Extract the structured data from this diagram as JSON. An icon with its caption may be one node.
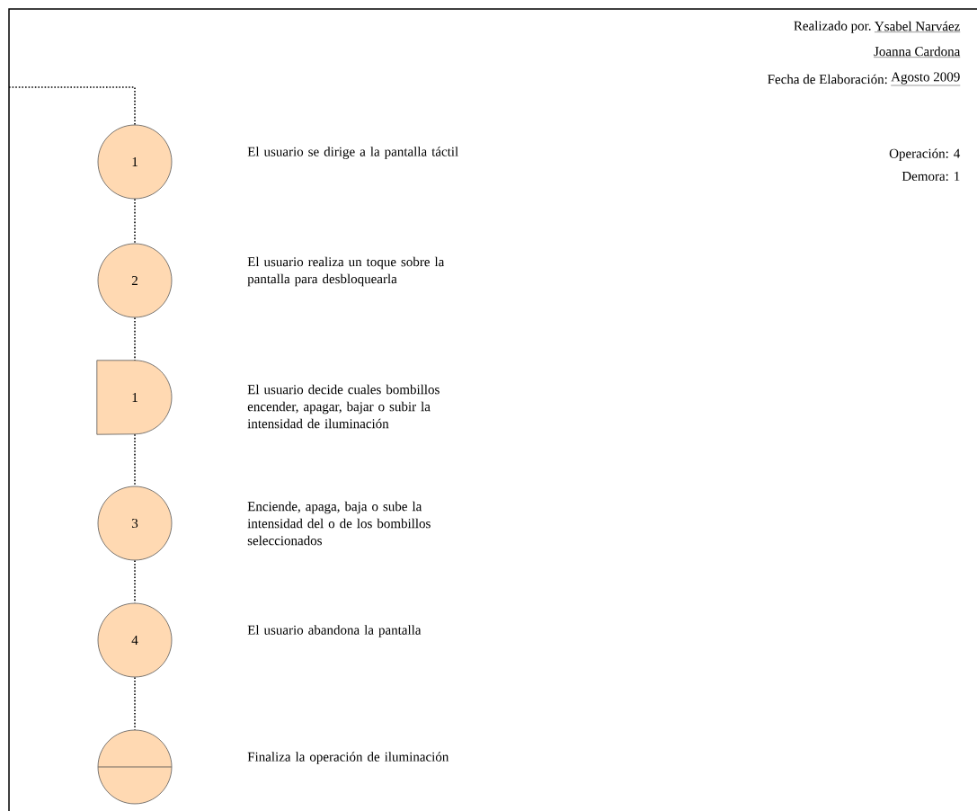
{
  "diagram": {
    "nodes": [
      {
        "text": [
          "1"
        ]
      },
      {
        "text": [
          "2"
        ]
      },
      {
        "text": [
          "1"
        ]
      },
      {
        "text": [
          "3"
        ]
      },
      {
        "text": [
          "4"
        ]
      },
      {
        "text": [],
        "shape": "circle"
      }
    ],
    "edges": [
      {
        "from": null,
        "to": 0,
        "arrow": "none"
      },
      {
        "from": 0,
        "to": 1,
        "arrow": "none"
      },
      {
        "from": 1,
        "to": 2,
        "arrow": "none"
      },
      {
        "from": 2,
        "to": 3,
        "arrow": "none"
      },
      {
        "from": 3,
        "to": 4,
        "arrow": "none"
      },
      {
        "from": 4,
        "to": 5,
        "arrow": "none"
      }
    ],
    "labels": [
      "Realizado por.",
      "Ysabel Narváez",
      "Joanna Cardona",
      "Fecha de Elaboración:",
      "Agosto 2009",
      "El usuario se dirige a la pantalla táctil",
      "Operación: 4",
      "Demora: 1",
      "El usuario realiza un toque sobre la pantalla para desbloquearla",
      "El usuario decide cuales bombillos encender, apagar, bajar o subir la intensidad de iluminación",
      "Enciende, apaga, baja o sube la intensidad del o de los bombillos seleccionados",
      "El usuario abandona la pantalla",
      "Finaliza la operación de iluminación"
    ]
  }
}
